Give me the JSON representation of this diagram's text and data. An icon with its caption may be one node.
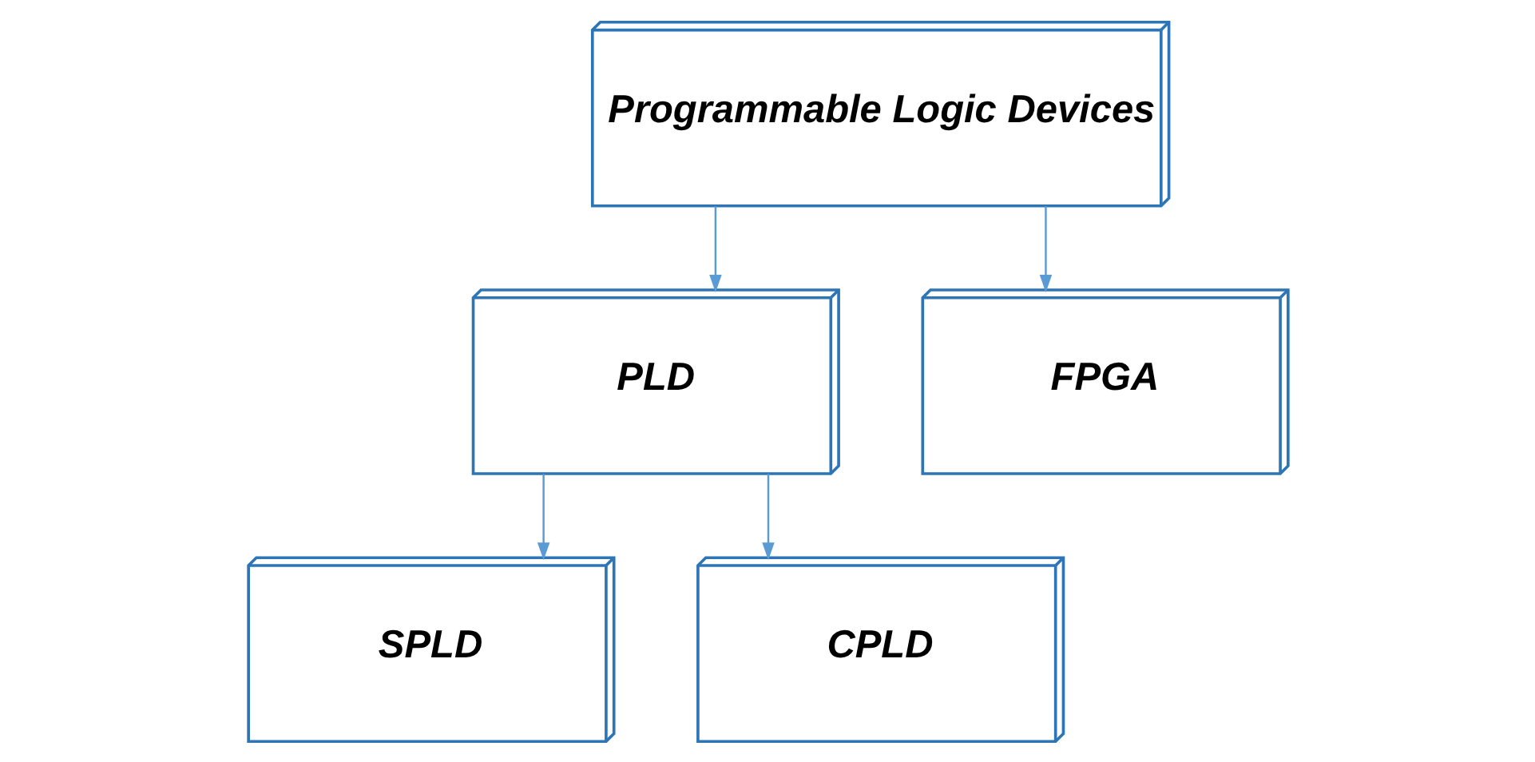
{
  "diagram": {
    "nodes": [
      {
        "text": [
          "Programmable Logic Devices"
        ]
      },
      {
        "text": [
          "PLD"
        ]
      },
      {
        "text": [
          "FPGA"
        ]
      },
      {
        "text": [
          "SPLD"
        ]
      },
      {
        "text": [
          "CPLD"
        ]
      }
    ],
    "edges": [
      {
        "from": 0,
        "to": 1,
        "arrow": "to"
      },
      {
        "from": 0,
        "to": 2,
        "arrow": "to"
      },
      {
        "from": 1,
        "to": 3,
        "arrow": "to"
      },
      {
        "from": 1,
        "to": 4,
        "arrow": "to"
      }
    ]
  }
}
